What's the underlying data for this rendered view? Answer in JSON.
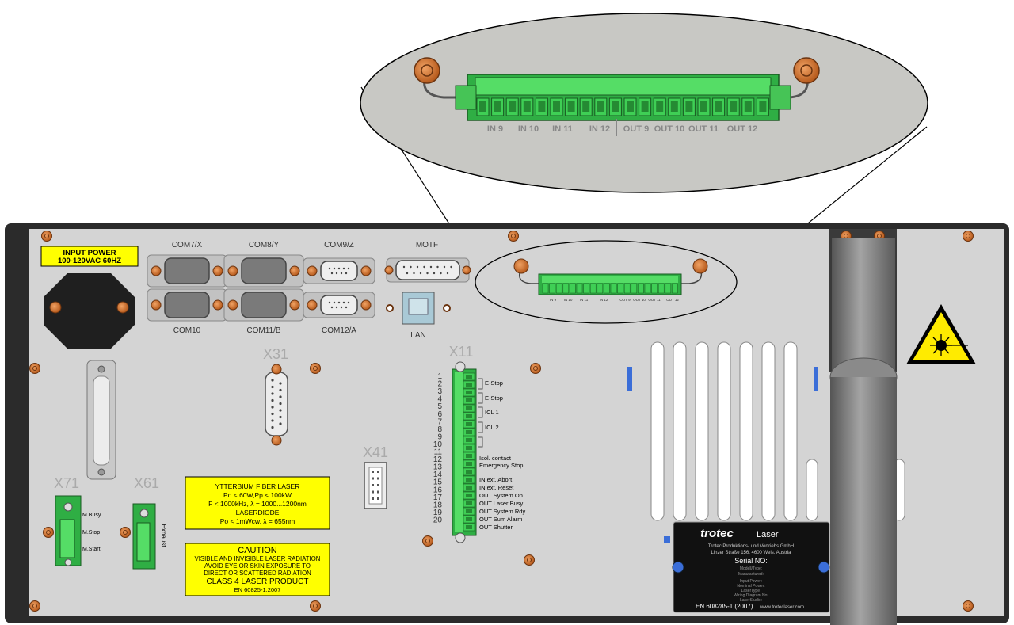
{
  "zoom_labels": [
    "IN 9",
    "IN 10",
    "IN 11",
    "IN 12",
    "OUT 9",
    "OUT 10",
    "OUT 11",
    "OUT 12"
  ],
  "input_power": {
    "line1": "INPUT POWER",
    "line2": "100-120VAC 60HZ"
  },
  "com_ports": {
    "com7": "COM7/X",
    "com8": "COM8/Y",
    "com9": "COM9/Z",
    "motf": "MOTF",
    "com10": "COM10",
    "com11": "COM11/B",
    "com12": "COM12/A",
    "lan": "LAN"
  },
  "x_labels": {
    "x31": "X31",
    "x11": "X11",
    "x41": "X41",
    "x71": "X71",
    "x61": "X61"
  },
  "x11_numbers": [
    "1",
    "2",
    "3",
    "4",
    "5",
    "6",
    "7",
    "8",
    "9",
    "10",
    "11",
    "12",
    "13",
    "14",
    "15",
    "16",
    "17",
    "18",
    "19",
    "20"
  ],
  "x11_signals": {
    "estop1": "E-Stop",
    "estop2": "E-Stop",
    "icl1": "ICL 1",
    "icl2": "ICL 2",
    "isol": "Isol. contact",
    "emergency": "Emergency Stop",
    "abort": "IN ext. Abort",
    "reset": "IN ext. Reset",
    "sysOn": "OUT System On",
    "busy": "OUT Laser Busy",
    "rdy": "OUT System Rdy",
    "alarm": "OUT Sum Alarm",
    "shutter": "OUT Shutter"
  },
  "x71_labels": [
    "M.Busy",
    "M.Stop",
    "M.Start"
  ],
  "x61_label": "Exhaust",
  "fiber_label": {
    "l1": "YTTERBIUM FIBER LASER",
    "l2": "Po < 60W,Pp < 100kW",
    "l3": "F < 1000kHz, λ = 1000...1200nm",
    "l4": "LASERDIODE",
    "l5": "Po < 1mWcw, λ = 655nm"
  },
  "caution_label": {
    "l1": "CAUTION",
    "l2": "VISIBLE AND INVISIBLE LASER RADIATION",
    "l3": "AVOID EYE OR SKIN EXPOSURE TO",
    "l4": "DIRECT OR SCATTERED RADIATION",
    "l5": "CLASS 4 LASER PRODUCT",
    "l6": "EN 60825-1:2007"
  },
  "plate": {
    "brand": "trotec",
    "brand2": "Laser",
    "company": "Trotec Produktions- und Vertriebs GmbH",
    "address": "Linzer Straße 156, 4600 Wels, Austria",
    "serial": "Serial NO:",
    "fields": [
      "Modell/Type:",
      "Manufactured:",
      "Input Power:",
      "Nominal Power:",
      "LaserType:",
      "Wiring Diagram No:",
      "LaserStudio:"
    ],
    "footer": "EN 608285-1 (2007)",
    "url": "www.troteclaser.com"
  },
  "colors": {
    "panel": "#d4d4d4",
    "dark": "#2b2b2b",
    "green": "#3fcf55",
    "orange": "#d9782e",
    "yellow": "#ffff00",
    "plate": "#111111",
    "pipe": "#7a7a7a",
    "blue": "#3b6ed8"
  }
}
